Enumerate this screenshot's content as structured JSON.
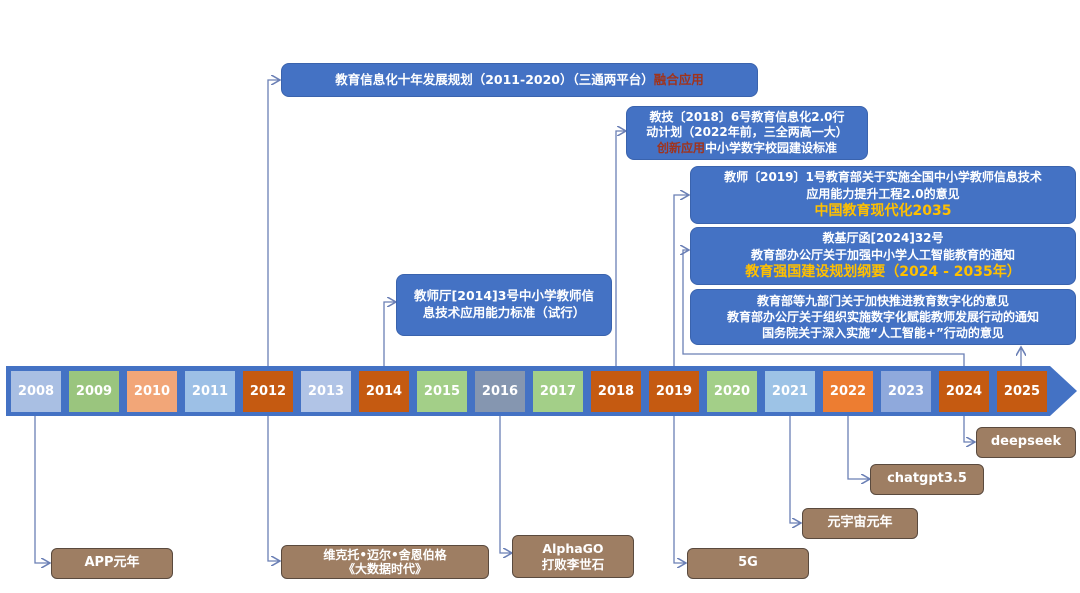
{
  "timeline": {
    "years": [
      {
        "label": "2008",
        "color": "#a9bfe3"
      },
      {
        "label": "2009",
        "color": "#9ac57e"
      },
      {
        "label": "2010",
        "color": "#f2a678"
      },
      {
        "label": "2011",
        "color": "#9dc0e6"
      },
      {
        "label": "2012",
        "color": "#c55a11"
      },
      {
        "label": "2013",
        "color": "#b1c4e6"
      },
      {
        "label": "2014",
        "color": "#c55a11"
      },
      {
        "label": "2015",
        "color": "#a3cf88"
      },
      {
        "label": "2016",
        "color": "#8596b0"
      },
      {
        "label": "2017",
        "color": "#a3cf88"
      },
      {
        "label": "2018",
        "color": "#c55a11"
      },
      {
        "label": "2019",
        "color": "#c55a11"
      },
      {
        "label": "2020",
        "color": "#a3cf88"
      },
      {
        "label": "2021",
        "color": "#9dc3e6"
      },
      {
        "label": "2022",
        "color": "#ed7d31"
      },
      {
        "label": "2023",
        "color": "#8fa9dc"
      },
      {
        "label": "2024",
        "color": "#c55a11"
      },
      {
        "label": "2025",
        "color": "#c55a11"
      }
    ],
    "bar_color": "#4472c4"
  },
  "policies": {
    "p2012": {
      "text": "教育信息化十年发展规划（2011-2020）（三通两平台）",
      "highlight": "融合应用"
    },
    "p2018": {
      "line1": "教技〔2018〕6号教育信息化2.0行",
      "line2": "动计划（2022年前，三全两高一大）",
      "highlight": "创新应用",
      "line3": "中小学数字校园建设标准"
    },
    "p2019": {
      "line1": "教师〔2019〕1号教育部关于实施全国中小学教师信息技术",
      "line2": "应用能力提升工程2.0的意见",
      "gold": "中国教育现代化2035"
    },
    "p2024": {
      "line1": "教基厅函[2024]32号",
      "line2": "教育部办公厅关于加强中小学人工智能教育的通知",
      "gold": "教育强国建设规划纲要（2024 - 2035年）"
    },
    "p2025": {
      "line1": "教育部等九部门关于加快推进教育数字化的意见",
      "line2": "教育部办公厅关于组织实施数字化赋能教师发展行动的通知",
      "line3": "国务院关于深入实施“人工智能+”行动的意见"
    },
    "p2014": {
      "line1": "教师厅[2014]3号中小学教师信",
      "line2": "息技术应用能力标准（试行）"
    }
  },
  "events": {
    "e2008": {
      "text": "APP元年"
    },
    "e2012": {
      "line1": "维克托•迈尔•舍恩伯格",
      "line2": "《大数据时代》"
    },
    "e2016": {
      "line1": "AlphaGO",
      "line2": "打败李世石"
    },
    "e2019": {
      "text": "5G"
    },
    "e2021": {
      "text": "元宇宙元年"
    },
    "e2022": {
      "text": "chatgpt3.5"
    },
    "e2024": {
      "text": "deepseek"
    }
  }
}
